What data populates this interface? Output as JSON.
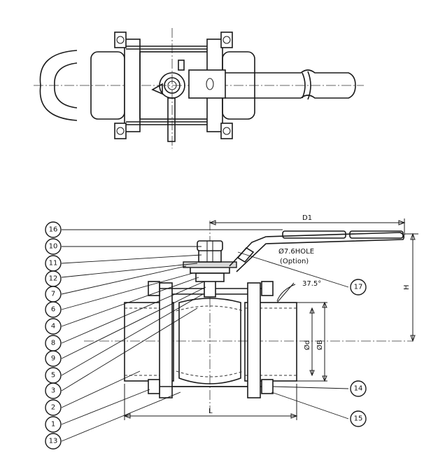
{
  "callouts": [
    "16",
    "10",
    "11",
    "12",
    "7",
    "6",
    "4",
    "8",
    "9",
    "5",
    "3",
    "2",
    "1",
    "13",
    "17",
    "14",
    "15"
  ],
  "dimensions": {
    "d1": "D1",
    "h": "H",
    "l": "L",
    "d": "Ød",
    "b": "ØB",
    "angle": "37.5°"
  },
  "notes": {
    "hole": "Ø7.6HOLE",
    "option": "(Option)"
  }
}
